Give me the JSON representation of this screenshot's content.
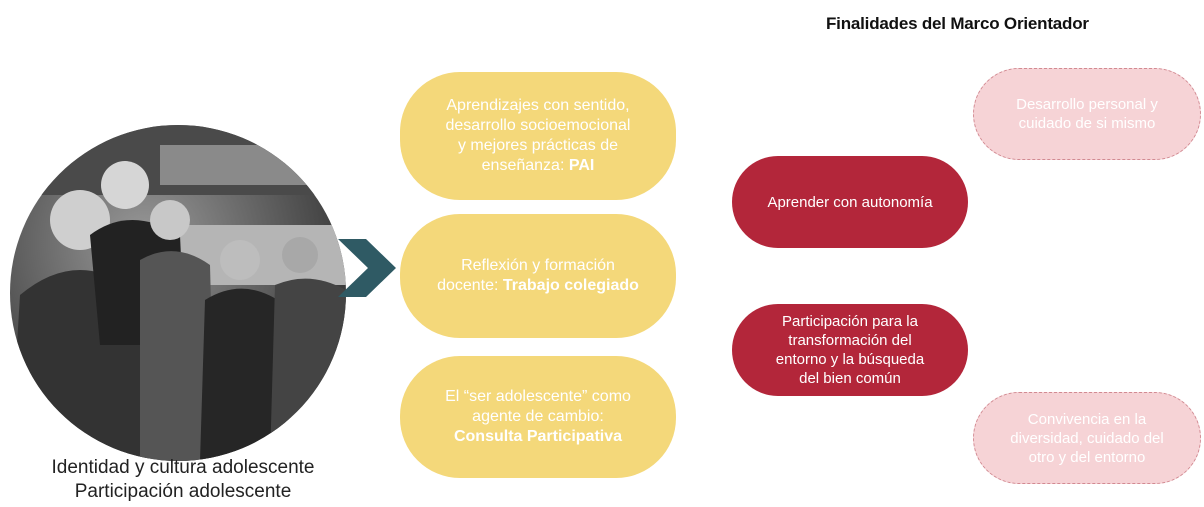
{
  "title": "Finalidades del Marco Orientador",
  "photo": {
    "icon": "students-photo-icon"
  },
  "caption": {
    "line1": "Identidad y cultura adolescente",
    "line2": "Participación adolescente"
  },
  "arrow": {
    "icon": "chevron-right-icon",
    "color": "#2f5a64"
  },
  "yellow_items": [
    {
      "lines": [
        "Aprendizajes con sentido,",
        "desarrollo socioemocional",
        "y mejores prácticas de"
      ],
      "last_prefix": "enseñanza: ",
      "bold": "PAI"
    },
    {
      "lines": [
        "Reflexión y formación"
      ],
      "last_prefix": "docente: ",
      "bold": "Trabajo colegiado"
    },
    {
      "lines": [
        "El “ser adolescente” como",
        "agente de cambio:"
      ],
      "last_prefix": "",
      "bold": "Consulta Participativa"
    }
  ],
  "red_items": [
    {
      "text": "Aprender con autonomía"
    },
    {
      "lines": [
        "Participación para la",
        "transformación del",
        "entorno y la búsqueda",
        "del bien común"
      ]
    }
  ],
  "pink_items": [
    {
      "lines": [
        "Desarrollo personal y",
        "cuidado de si mismo"
      ]
    },
    {
      "lines": [
        "Convivencia en la",
        "diversidad, cuidado del",
        "otro y del entorno"
      ]
    }
  ],
  "colors": {
    "yellow": "#f4d87a",
    "red": "#b3263a",
    "pink": "#f6d3d6",
    "pink_border": "#d28a92"
  }
}
